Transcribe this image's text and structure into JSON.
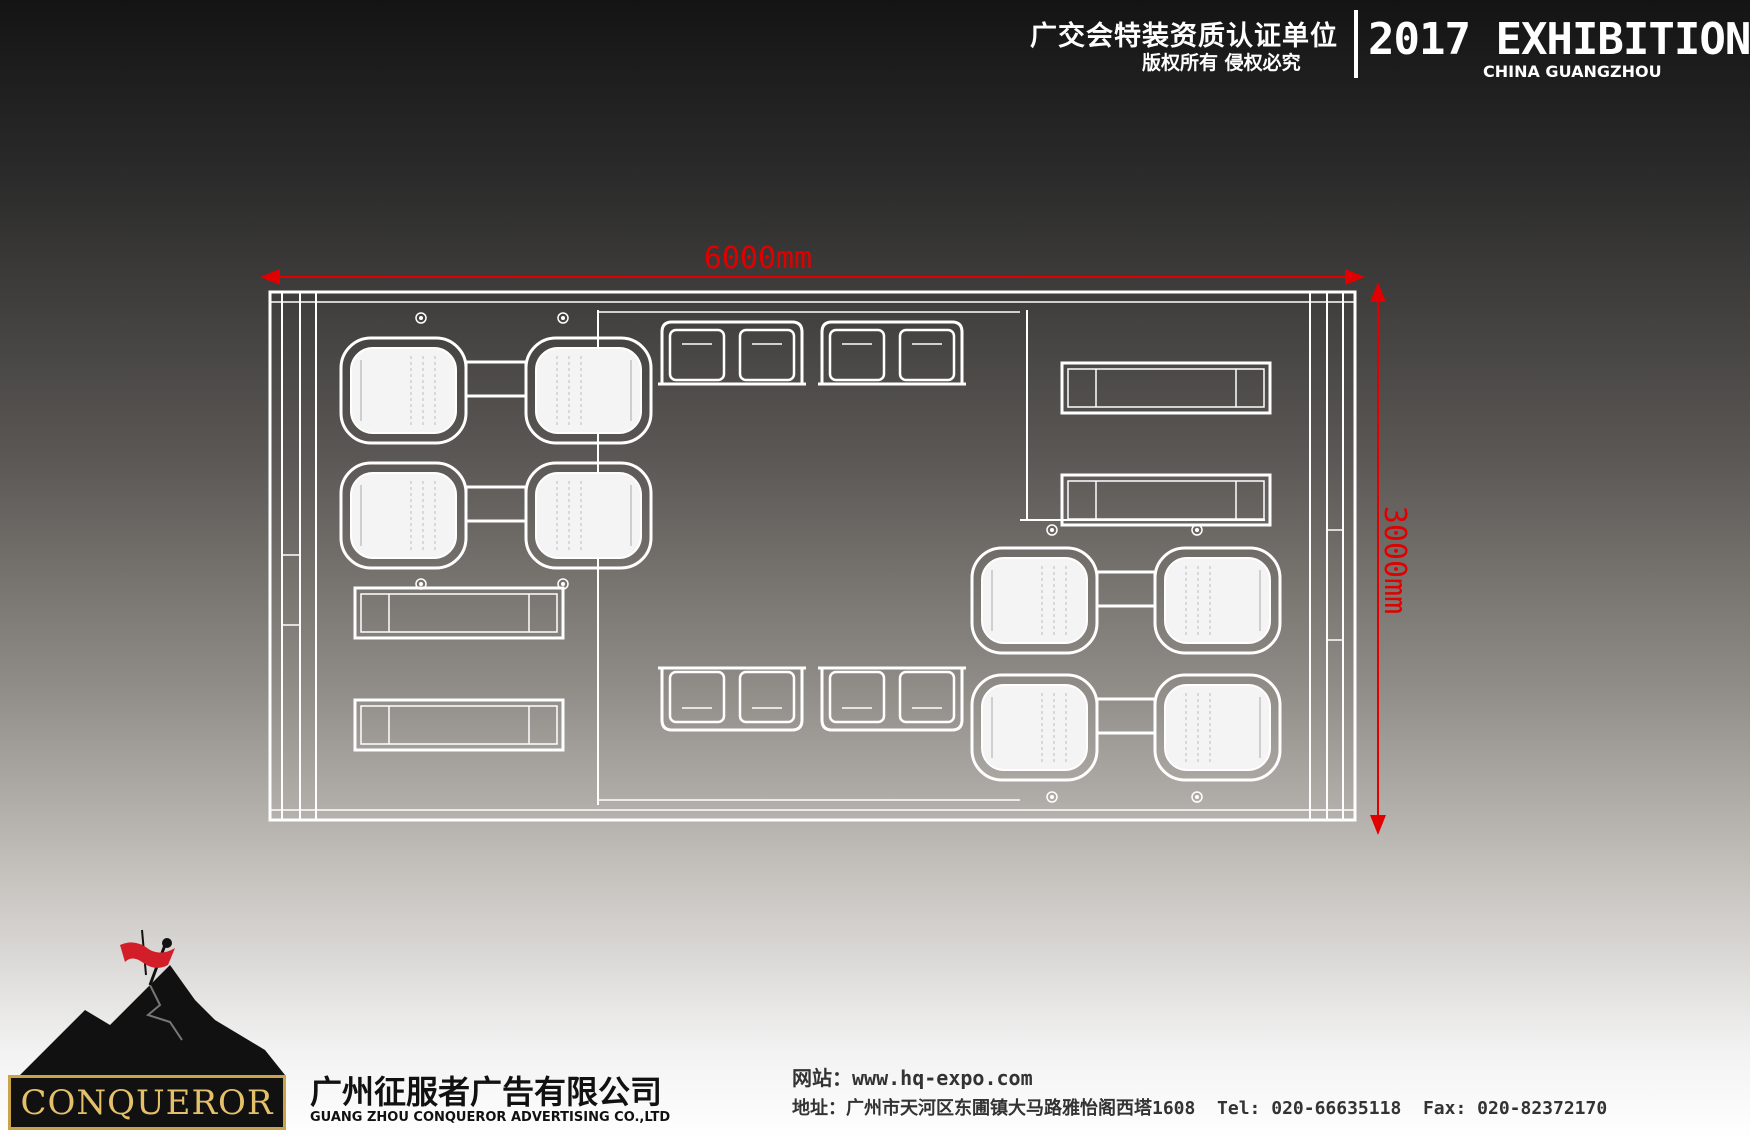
{
  "header": {
    "cert_line": "广交会特装资质认证单位",
    "rights_line": "版权所有 侵权必究",
    "exhibition": "2017 EXHIBITION",
    "location": "CHINA GUANGZHOU"
  },
  "plan": {
    "width_label": "6000mm",
    "depth_label": "3000mm",
    "colors": {
      "line": "#ffffff",
      "dimension": "#e00000"
    }
  },
  "footer": {
    "logo_text": "CONQUEROR",
    "company_cn": "广州征服者广告有限公司",
    "company_en": "GUANG ZHOU CONQUEROR ADVERTISING CO.,LTD",
    "website_label": "网站：",
    "website": "www.hq-expo.com",
    "address_label": "地址：",
    "address": "广州市天河区东圃镇大马路雅怡阁西塔1608",
    "tel": "Tel: 020-66635118",
    "fax": "Fax: 020-82372170"
  }
}
